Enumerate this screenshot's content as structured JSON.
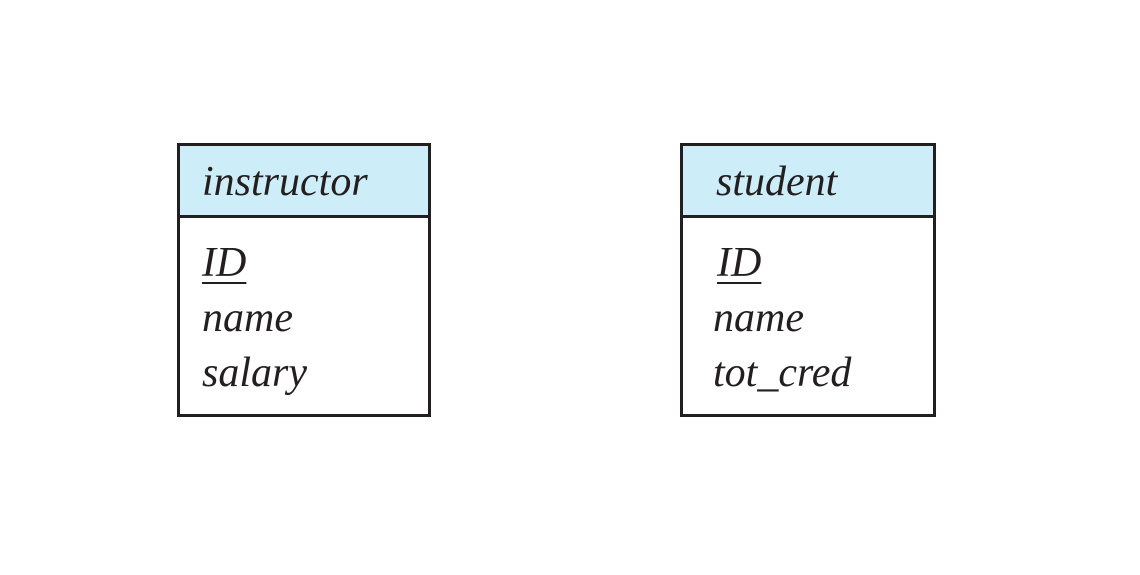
{
  "colors": {
    "header_fill": "#cdeef8",
    "border": "#231f20",
    "text": "#231f20"
  },
  "entities": [
    {
      "name": "instructor",
      "attributes": [
        {
          "label": "ID",
          "primary_key": true
        },
        {
          "label": "name",
          "primary_key": false
        },
        {
          "label": "salary",
          "primary_key": false
        }
      ]
    },
    {
      "name": "student",
      "attributes": [
        {
          "label": "ID",
          "primary_key": true
        },
        {
          "label": "name",
          "primary_key": false
        },
        {
          "label": "tot_cred",
          "primary_key": false
        }
      ]
    }
  ]
}
